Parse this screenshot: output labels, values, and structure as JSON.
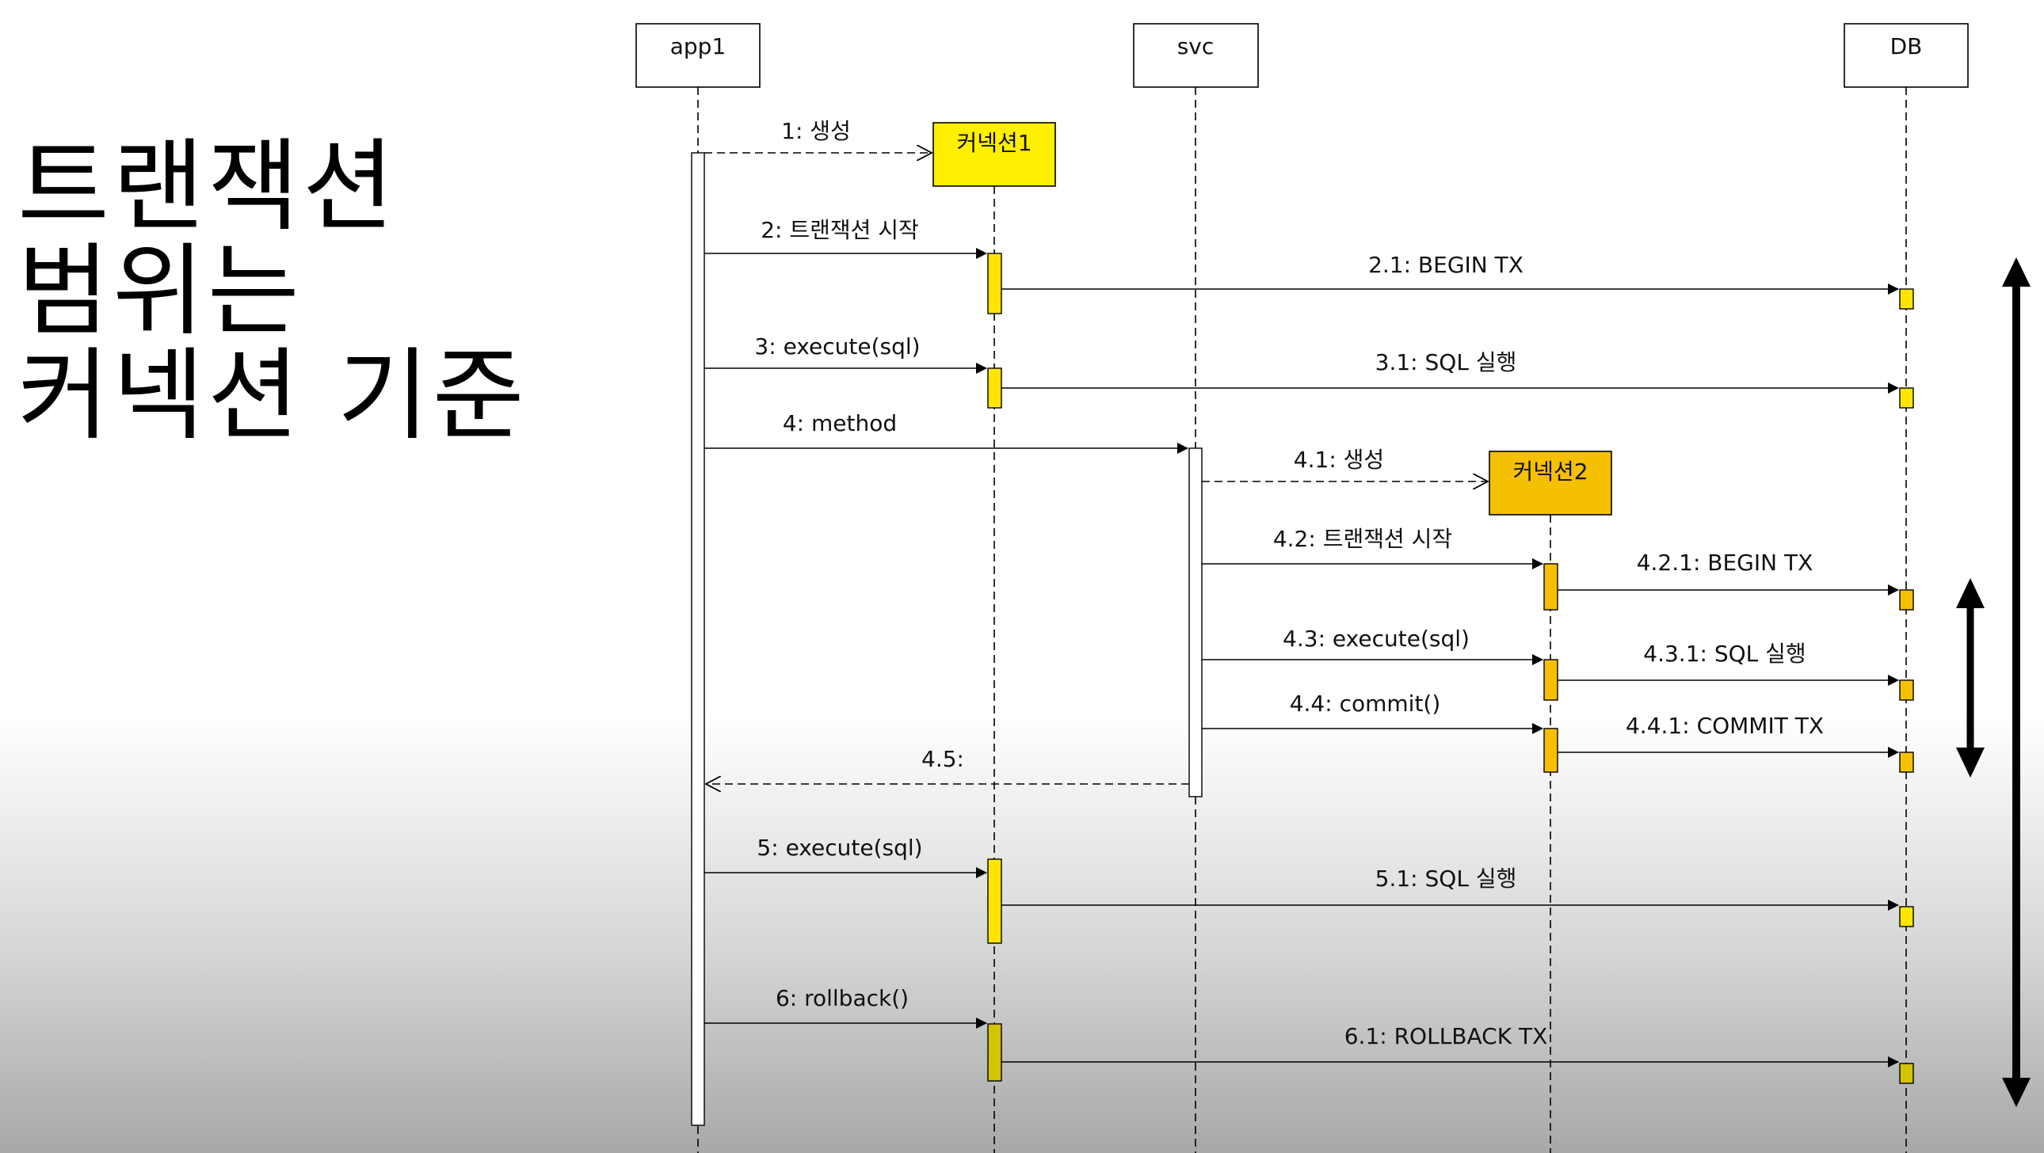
{
  "slide_title": [
    "트랜잭션",
    "범위는",
    "커넥션 기준"
  ],
  "colors": {
    "conn1": "#ffef00",
    "conn2": "#f5c000",
    "db_activation": "#ffe600",
    "app_activation": "#ffffff",
    "line": "#000000"
  },
  "participants": [
    {
      "id": "app1",
      "label": "app1"
    },
    {
      "id": "svc",
      "label": "svc"
    },
    {
      "id": "db",
      "label": "DB"
    }
  ],
  "connections": [
    {
      "id": "conn1",
      "label": "커넥션1"
    },
    {
      "id": "conn2",
      "label": "커넥션2"
    }
  ],
  "messages": [
    {
      "label": "1: 생성"
    },
    {
      "label": "2: 트랜잭션 시작"
    },
    {
      "label": "2.1: BEGIN TX"
    },
    {
      "label": "3: execute(sql)"
    },
    {
      "label": "3.1: SQL 실행"
    },
    {
      "label": "4: method"
    },
    {
      "label": "4.1: 생성"
    },
    {
      "label": "4.2: 트랜잭션 시작"
    },
    {
      "label": "4.2.1: BEGIN TX"
    },
    {
      "label": "4.3: execute(sql)"
    },
    {
      "label": "4.3.1: SQL 실행"
    },
    {
      "label": "4.4: commit()"
    },
    {
      "label": "4.4.1: COMMIT TX"
    },
    {
      "label": "4.5:"
    },
    {
      "label": "5: execute(sql)"
    },
    {
      "label": "5.1: SQL 실행"
    },
    {
      "label": "6: rollback()"
    },
    {
      "label": "6.1: ROLLBACK TX"
    }
  ]
}
